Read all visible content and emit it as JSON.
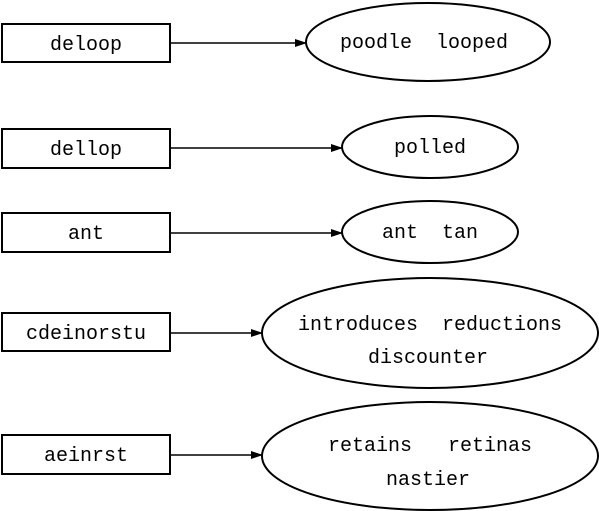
{
  "diagram": {
    "rows": [
      {
        "key": "deloop",
        "words_line1": "poodle  looped",
        "words_line2": ""
      },
      {
        "key": "dellop",
        "words_line1": "polled",
        "words_line2": ""
      },
      {
        "key": "ant",
        "words_line1": "ant  tan",
        "words_line2": ""
      },
      {
        "key": "cdeinorstu",
        "words_line1": "introduces  reductions",
        "words_line2": "discounter"
      },
      {
        "key": "aeinrst",
        "words_line1": "retains   retinas",
        "words_line2": "nastier"
      }
    ]
  }
}
